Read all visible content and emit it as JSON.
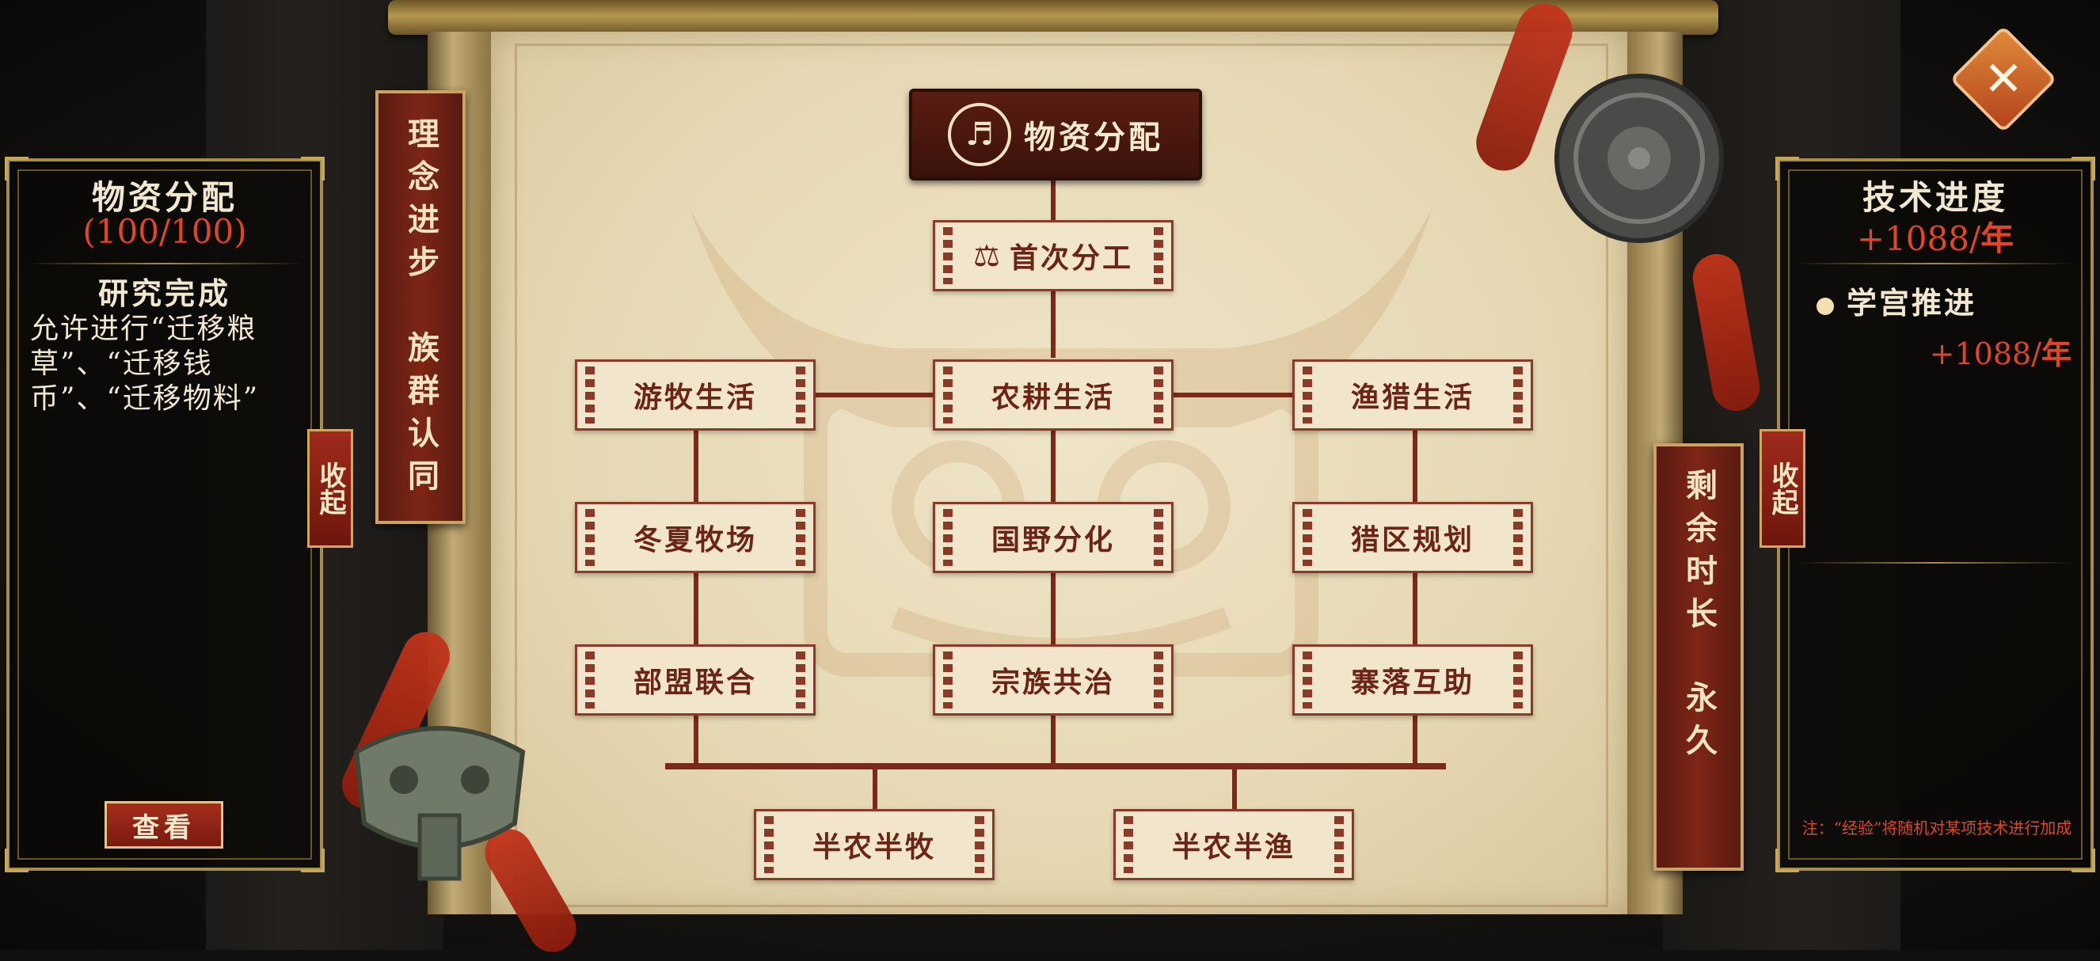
{
  "left_panel": {
    "title": "物资分配",
    "count": "(100/100)",
    "status": "研究完成",
    "description": "允许进行“迁移粮草”、“迁移钱币”、“迁移物料”",
    "view_button": "查看",
    "collapse": "收起"
  },
  "left_banner": {
    "top": "理念进步",
    "bottom": "族群认同"
  },
  "tree": {
    "root": "物资分配",
    "first": "首次分工",
    "col_left": [
      "游牧生活",
      "冬夏牧场",
      "部盟联合"
    ],
    "col_mid": [
      "农耕生活",
      "国野分化",
      "宗族共治"
    ],
    "col_right": [
      "渔猎生活",
      "猎区规划",
      "寨落互助"
    ],
    "final": [
      "半农半牧",
      "半农半渔"
    ]
  },
  "right_banner": {
    "top": "剩余时长",
    "bottom": "永久"
  },
  "right_panel": {
    "title": "技术进度",
    "rate_value": "+1088/",
    "rate_unit": "年",
    "source": "学宫推进",
    "source_value": "+1088/",
    "source_unit": "年",
    "collapse": "收起",
    "note": "注：“经验”将随机对某项技术进行加成"
  },
  "colors": {
    "accent_red": "#e0452a",
    "gold": "#c6a85a",
    "parchment": "#e6d8b4"
  }
}
